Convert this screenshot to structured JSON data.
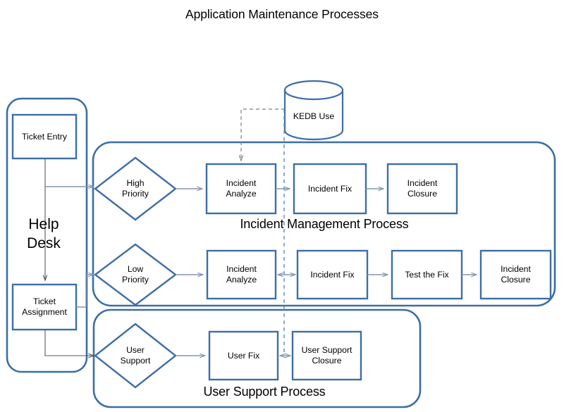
{
  "title": "Application Maintenance Processes",
  "colors": {
    "shape_border": "#3E6DA8",
    "panel_border": "#3B6EA5",
    "connector": "#8496B0",
    "dashed_connector": "#7F7F7F",
    "dashed_vertical": "#6B8DBF",
    "text": "#000000",
    "background": "#FFFFFF"
  },
  "help_desk": {
    "label": "Help\nDesk",
    "nodes": [
      {
        "id": "ticket-entry",
        "label": "Ticket Entry"
      },
      {
        "id": "ticket-assignment",
        "label": "Ticket\nAssignment"
      }
    ]
  },
  "database": {
    "id": "kedb-use",
    "label": "KEDB Use"
  },
  "panels": [
    {
      "id": "incident-management-process",
      "title": "Incident Management Process",
      "rows": [
        {
          "id": "high-priority-row",
          "decision": "High\nPriority",
          "steps": [
            "Incident\nAnalyze",
            "Incident Fix",
            "Incident\nClosure"
          ]
        },
        {
          "id": "low-priority-row",
          "decision": "Low\nPriority",
          "steps": [
            "Incident\nAnalyze",
            "Incident  Fix",
            "Test the Fix",
            "Incident\nClosure"
          ]
        }
      ]
    },
    {
      "id": "user-support-process",
      "title": "User Support Process",
      "rows": [
        {
          "id": "user-support-row",
          "decision": "User\nSupport",
          "steps": [
            "User Fix",
            "User Support\nClosure"
          ]
        }
      ]
    }
  ]
}
